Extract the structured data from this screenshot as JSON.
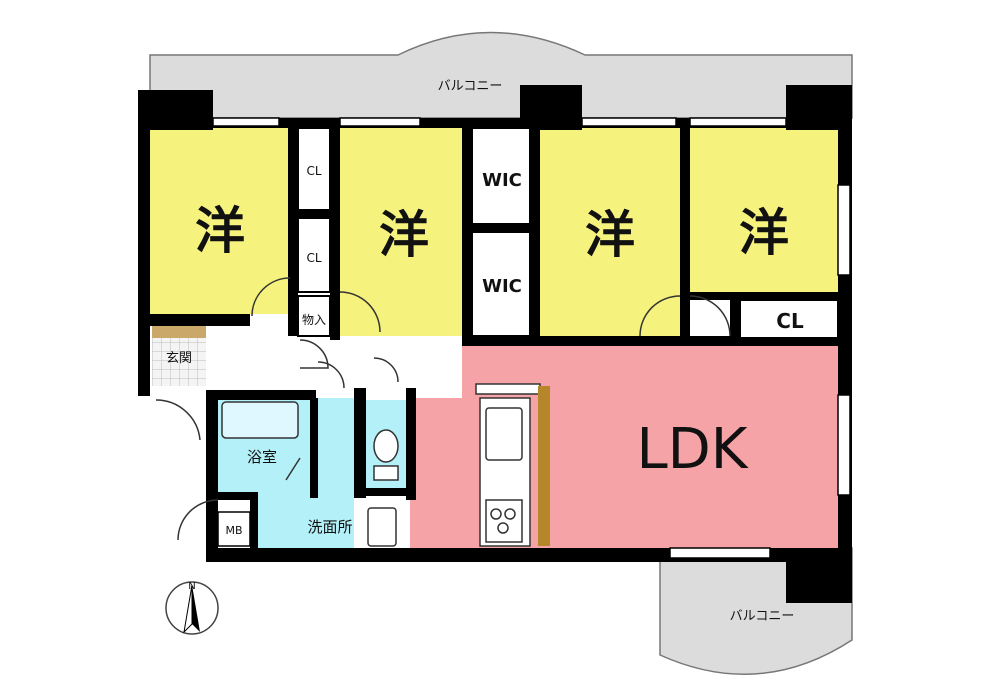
{
  "floorplan": {
    "balcony_top_label": "バルコニー",
    "balcony_bottom_label": "バルコニー",
    "rooms": {
      "western_1": "洋",
      "western_2": "洋",
      "western_3": "洋",
      "western_4": "洋",
      "ldk": "LDK",
      "wic_1": "WIC",
      "wic_2": "WIC",
      "cl_1": "CL",
      "cl_2": "CL",
      "cl_big": "CL",
      "storage": "物入",
      "entrance": "玄関",
      "bathroom": "浴室",
      "washroom": "洗面所",
      "mb": "MB"
    },
    "compass_label": "N",
    "colors": {
      "western": "#f5f27d",
      "ldk": "#f5a3a6",
      "wet_area": "#b3f0f8",
      "balcony": "#dcdcdc",
      "wall": "#000000",
      "counter": "#b5862a",
      "entrance_floor": "#c9a86a"
    }
  }
}
